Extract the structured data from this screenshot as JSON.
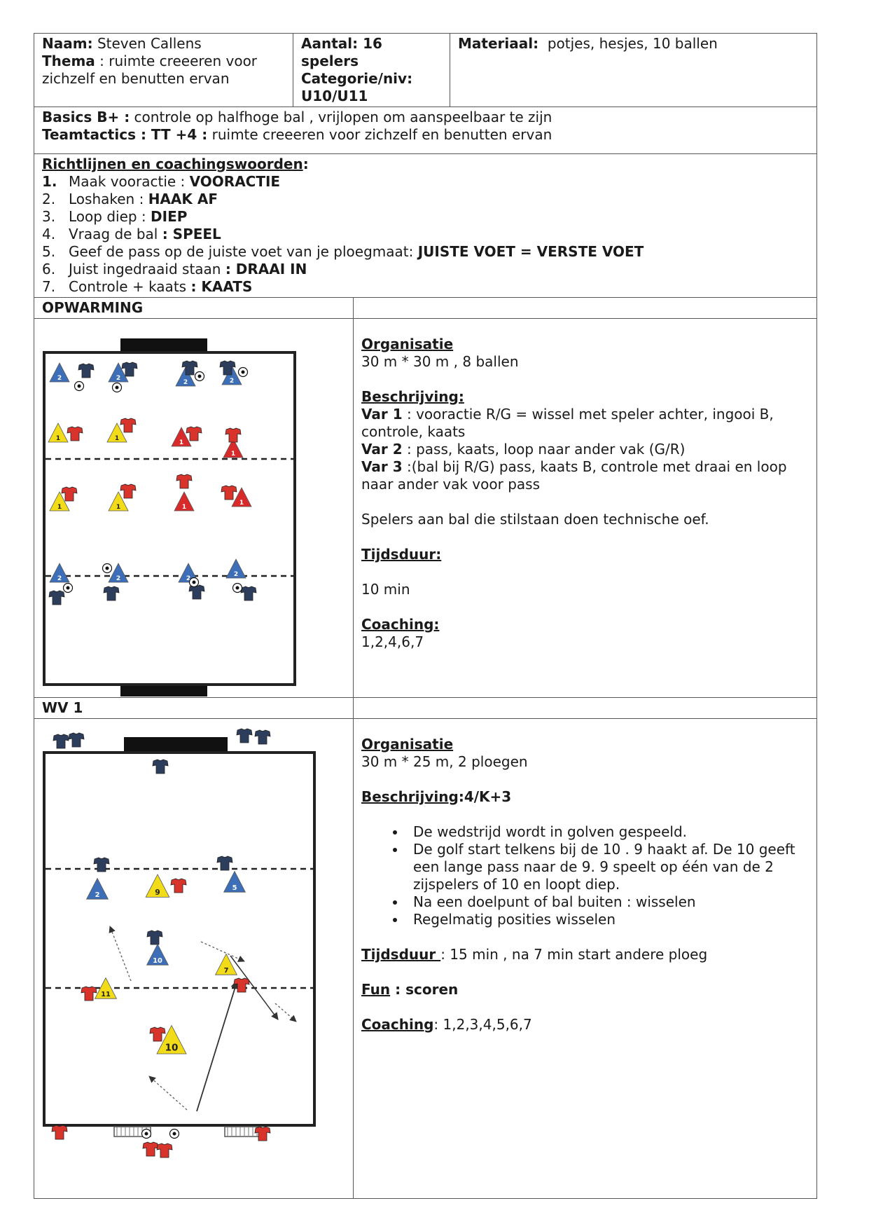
{
  "header": {
    "naam_label": "Naam:",
    "naam_value": "Steven Callens",
    "thema_label": "Thema",
    "thema_value": ": ruimte creeeren voor zichzelf en benutten ervan",
    "aantal": "Aantal: 16 spelers",
    "categorie_label": "Categorie/niv:",
    "categorie_value": "U10/U11",
    "materiaal_label": "Materiaal:",
    "materiaal_value": "potjes, hesjes, 10 ballen"
  },
  "basics": {
    "basics_label": "Basics B+ :",
    "basics_value": "controle op halfhoge bal , vrijlopen om aanspeelbaar te zijn",
    "team_label": "Teamtactics : TT +4 :",
    "team_value": "ruimte creeeren voor zichzelf en benutten ervan"
  },
  "guidelines": {
    "title": "Richtlijnen en coachingswoorden",
    "colon": ":",
    "items": [
      {
        "num": "1.",
        "text": "Maak vooractie : ",
        "key": "VOORACTIE"
      },
      {
        "num": "2.",
        "text": "Loshaken : ",
        "key": "HAAK AF"
      },
      {
        "num": "3.",
        "text": "Loop diep : ",
        "key": "DIEP"
      },
      {
        "num": "4.",
        "text": "Vraag de bal ",
        "key": ": SPEEL"
      },
      {
        "num": "5.",
        "text": "Geef de pass op de juiste voet van je ploegmaat: ",
        "key": "JUISTE VOET = VERSTE VOET"
      },
      {
        "num": "6.",
        "text": "Juist ingedraaid staan ",
        "key": ": DRAAI IN"
      },
      {
        "num": "7.",
        "text": "Controle + kaats ",
        "key": ": KAATS"
      }
    ]
  },
  "warmup": {
    "section_title": "OPWARMING",
    "org_label": "Organisatie",
    "org_value": "30 m * 30 m , 8 ballen",
    "desc_label": "Beschrijving:",
    "var1_label": "Var 1",
    "var1_text": ": vooractie R/G = wissel met speler achter, ingooi B, controle, kaats",
    "var2_label": "Var 2",
    "var2_text": ": pass, kaats, loop naar ander vak (G/R)",
    "var3_label": "Var 3",
    "var3_text": ":(bal bij R/G)  pass, kaats B, controle met draai en loop naar ander vak voor pass",
    "extra": "Spelers aan bal die stilstaan doen technische oef.",
    "duration_label": "Tijdsduur:",
    "duration_value": "10 min",
    "coaching_label": "Coaching:",
    "coaching_value": "1,2,4,6,7"
  },
  "wv1": {
    "section_title": "WV 1",
    "org_label": "Organisatie",
    "org_value": "30 m * 25 m, 2 ploegen",
    "desc_label": "Beschrijving",
    "desc_value": ":4/K+3",
    "bullets": [
      "De wedstrijd wordt in golven gespeeld.",
      "De golf start telkens bij de 10 . 9 haakt af. De 10 geeft een lange pass naar de 9. 9 speelt op één van de 2 zijspelers of 10 en loopt diep.",
      "Na een doelpunt of bal buiten : wisselen",
      "Regelmatig posities wisselen"
    ],
    "duration_label": "Tijdsduur ",
    "duration_value": ": 15 min , na 7 min start andere ploeg",
    "fun_label": "Fun",
    "fun_value": " : scoren",
    "coaching_label": "Coaching",
    "coaching_value": ": 1,2,3,4,5,6,7"
  },
  "diagram_labels": {
    "warmup_cone_blue": "2",
    "warmup_cone_other": "1",
    "wv_cone_9": "9",
    "wv_cone_2": "2",
    "wv_cone_5": "5",
    "wv_cone_10_mid": "10",
    "wv_cone_7": "7",
    "wv_cone_11": "11",
    "wv_cone_10_bottom": "10"
  },
  "colors": {
    "blue": "#3d6fb8",
    "red": "#d82a2a",
    "yellow": "#f2dc1a",
    "shirt_dark": "#2c3e5c",
    "shirt_red": "#d8342c"
  }
}
